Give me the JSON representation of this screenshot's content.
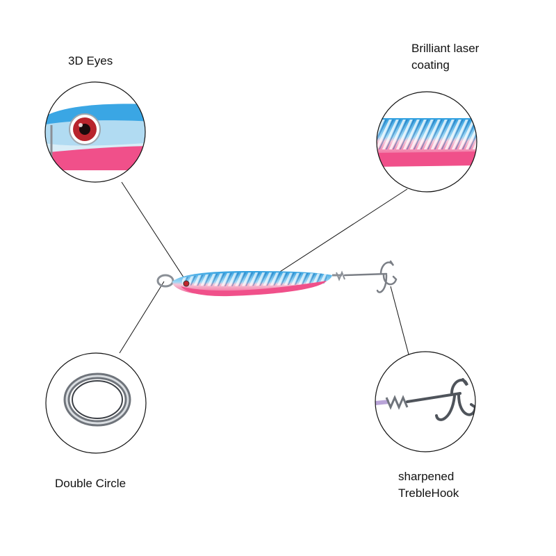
{
  "labels": {
    "eyes": "3D Eyes",
    "laser_line1": "Brilliant laser",
    "laser_line2": "coating",
    "ring": "Double Circle",
    "hook_line1": "sharpened",
    "hook_line2": "TrebleHook"
  },
  "colors": {
    "lure_blue": "#3fa9e6",
    "lure_pink": "#f25a8a",
    "eye_red": "#c0262c",
    "metal": "#8a8f96",
    "outline": "#111111"
  }
}
